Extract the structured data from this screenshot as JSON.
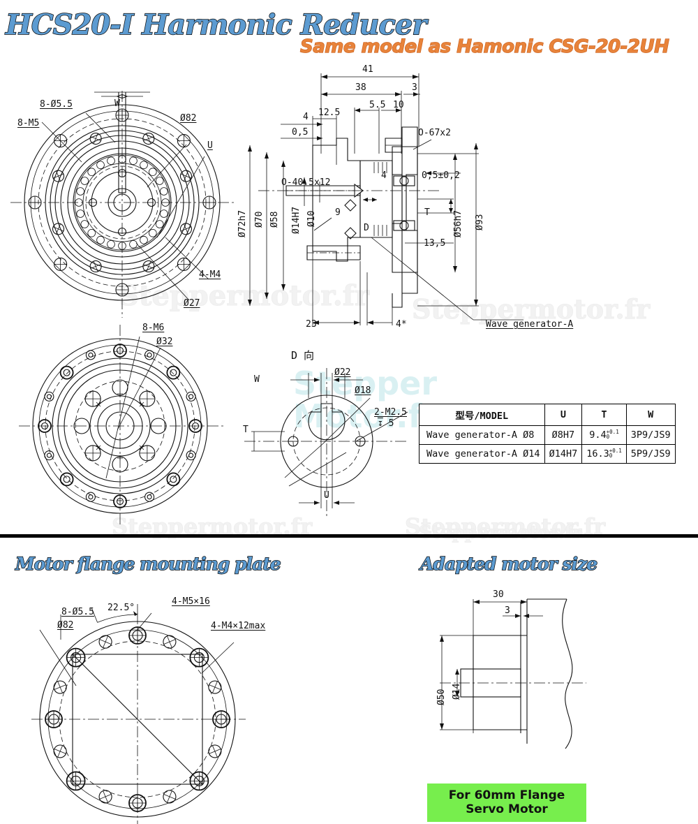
{
  "header": {
    "main_title": "HCS20-I Harmonic Reducer",
    "sub_title": "Same model as Hamonic CSG-20-2UH",
    "title_color": "#5C9BD1",
    "sub_title_color": "#E8833A"
  },
  "sections": {
    "flange_heading": "Motor flange mounting plate",
    "motor_heading": "Adapted motor size"
  },
  "front_view": {
    "labels": {
      "bolt_holes": "8-Ø5.5",
      "threads": "8-M5",
      "keyway_width": "W",
      "pcd": "Ø82",
      "shaft_u": "U",
      "small_threads": "4-M4",
      "bore": "Ø27"
    }
  },
  "rear_view": {
    "labels": {
      "threads": "8-M6",
      "bore": "Ø32"
    }
  },
  "section_view": {
    "horizontal": {
      "overall": "41",
      "body": "38",
      "flange": "3",
      "d5_5": "5.5",
      "d10": "10",
      "d4": "4",
      "d12_5": "12.5",
      "d0_5": "0,5",
      "d9": "9",
      "d13_5": "13,5",
      "d23": "23",
      "d4star": "4*"
    },
    "vertical": {
      "d72h7": "Ø72h7",
      "d70": "Ø70",
      "d58": "Ø58",
      "d14h7": "Ø14H7",
      "d10": "Ø10",
      "d56h7": "Ø56h7",
      "d93": "Ø93",
      "t": "T",
      "d": "D"
    },
    "orings": {
      "o67": "O-67x2",
      "o40": "O-40.5x12",
      "tolerance": "0,5±0,2"
    },
    "callout": "Wave generator-A"
  },
  "detail_view": {
    "title": "D 向",
    "labels": {
      "keyway_w": "W",
      "od": "Ø22",
      "pcd": "Ø18",
      "threads": "2-M2.5",
      "depth": "5",
      "depth_symbol": "↧",
      "shaft_u": "U",
      "shaft_t": "T"
    }
  },
  "spec_table": {
    "headers": [
      "型号/MODEL",
      "U",
      "T",
      "W"
    ],
    "rows": [
      {
        "model": "Wave generator-A Ø8",
        "u": "Ø8H7",
        "t_value": "9.4",
        "t_upper": "+0.1",
        "t_lower": "0",
        "w": "3P9/JS9"
      },
      {
        "model": "Wave generator-A Ø14",
        "u": "Ø14H7",
        "t_value": "16.3",
        "t_upper": "+0.1",
        "t_lower": "0",
        "w": "5P9/JS9"
      }
    ]
  },
  "flange_plate": {
    "labels": {
      "bolt_holes": "8-Ø5.5",
      "pcd": "Ø82",
      "angle": "22.5°",
      "m5": "4-M5×16",
      "m4": "4-M4×12max"
    }
  },
  "motor_size": {
    "labels": {
      "length": "30",
      "step": "3",
      "flange_dia": "Ø50",
      "shaft_dia": "Ø14"
    },
    "badge": {
      "line1": "For 60mm Flange",
      "line2": "Servo Motor",
      "color": "#77EE4D"
    }
  },
  "watermarks": {
    "text": "Steppermotor.fr",
    "logo_line1": "Stepper",
    "logo_line2": "Motor.fr"
  }
}
